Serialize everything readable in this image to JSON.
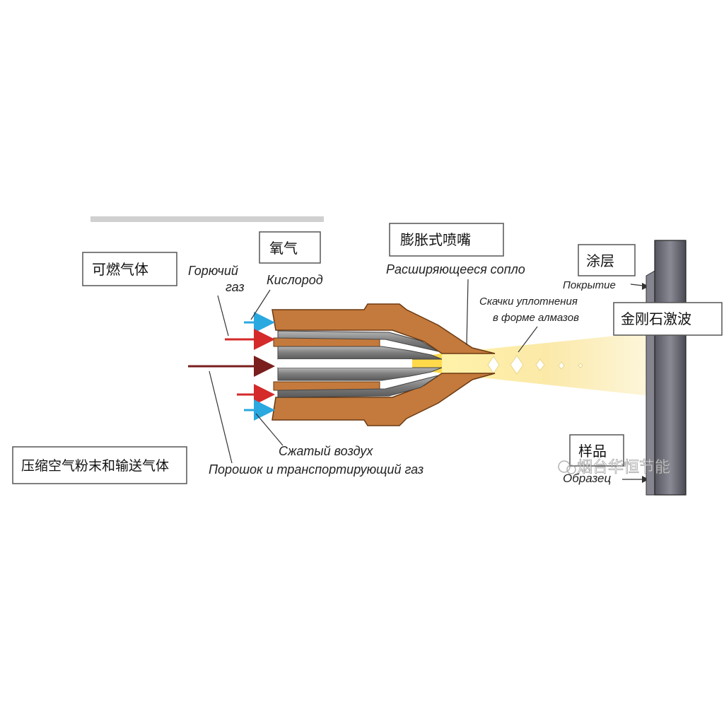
{
  "cn_labels": {
    "combustible_gas": "可燃气体",
    "oxygen": "氧气",
    "expansion_nozzle": "膨胀式喷嘴",
    "coating": "涂层",
    "diamond_shock": "金刚石激波",
    "compressed_air_powder": "压缩空气粉末和输送气体",
    "sample": "样品",
    "watermark": "烟台华恒节能"
  },
  "ru_labels": {
    "fuel_gas_line1": "Горючий",
    "fuel_gas_line2": "газ",
    "oxygen": "Кислород",
    "expanding_nozzle": "Расширяющееся сопло",
    "shock_line1": "Скачки уплотнения",
    "shock_line2": "в форме алмазов",
    "coating": "Покрытие",
    "compressed_air": "Сжатый воздух",
    "powder_gas": "Порошок и транспортирующий газ",
    "sample": "Образец"
  },
  "colors": {
    "nozzle_body": "#c47a3c",
    "inner_gray": "#8a8a8a",
    "fuel_arrow": "#d42a2a",
    "oxygen_arrow": "#2aa8e0",
    "powder_arrow": "#7a1e1e",
    "flame": "#ffe27a",
    "substrate": "#6f6f7a"
  }
}
